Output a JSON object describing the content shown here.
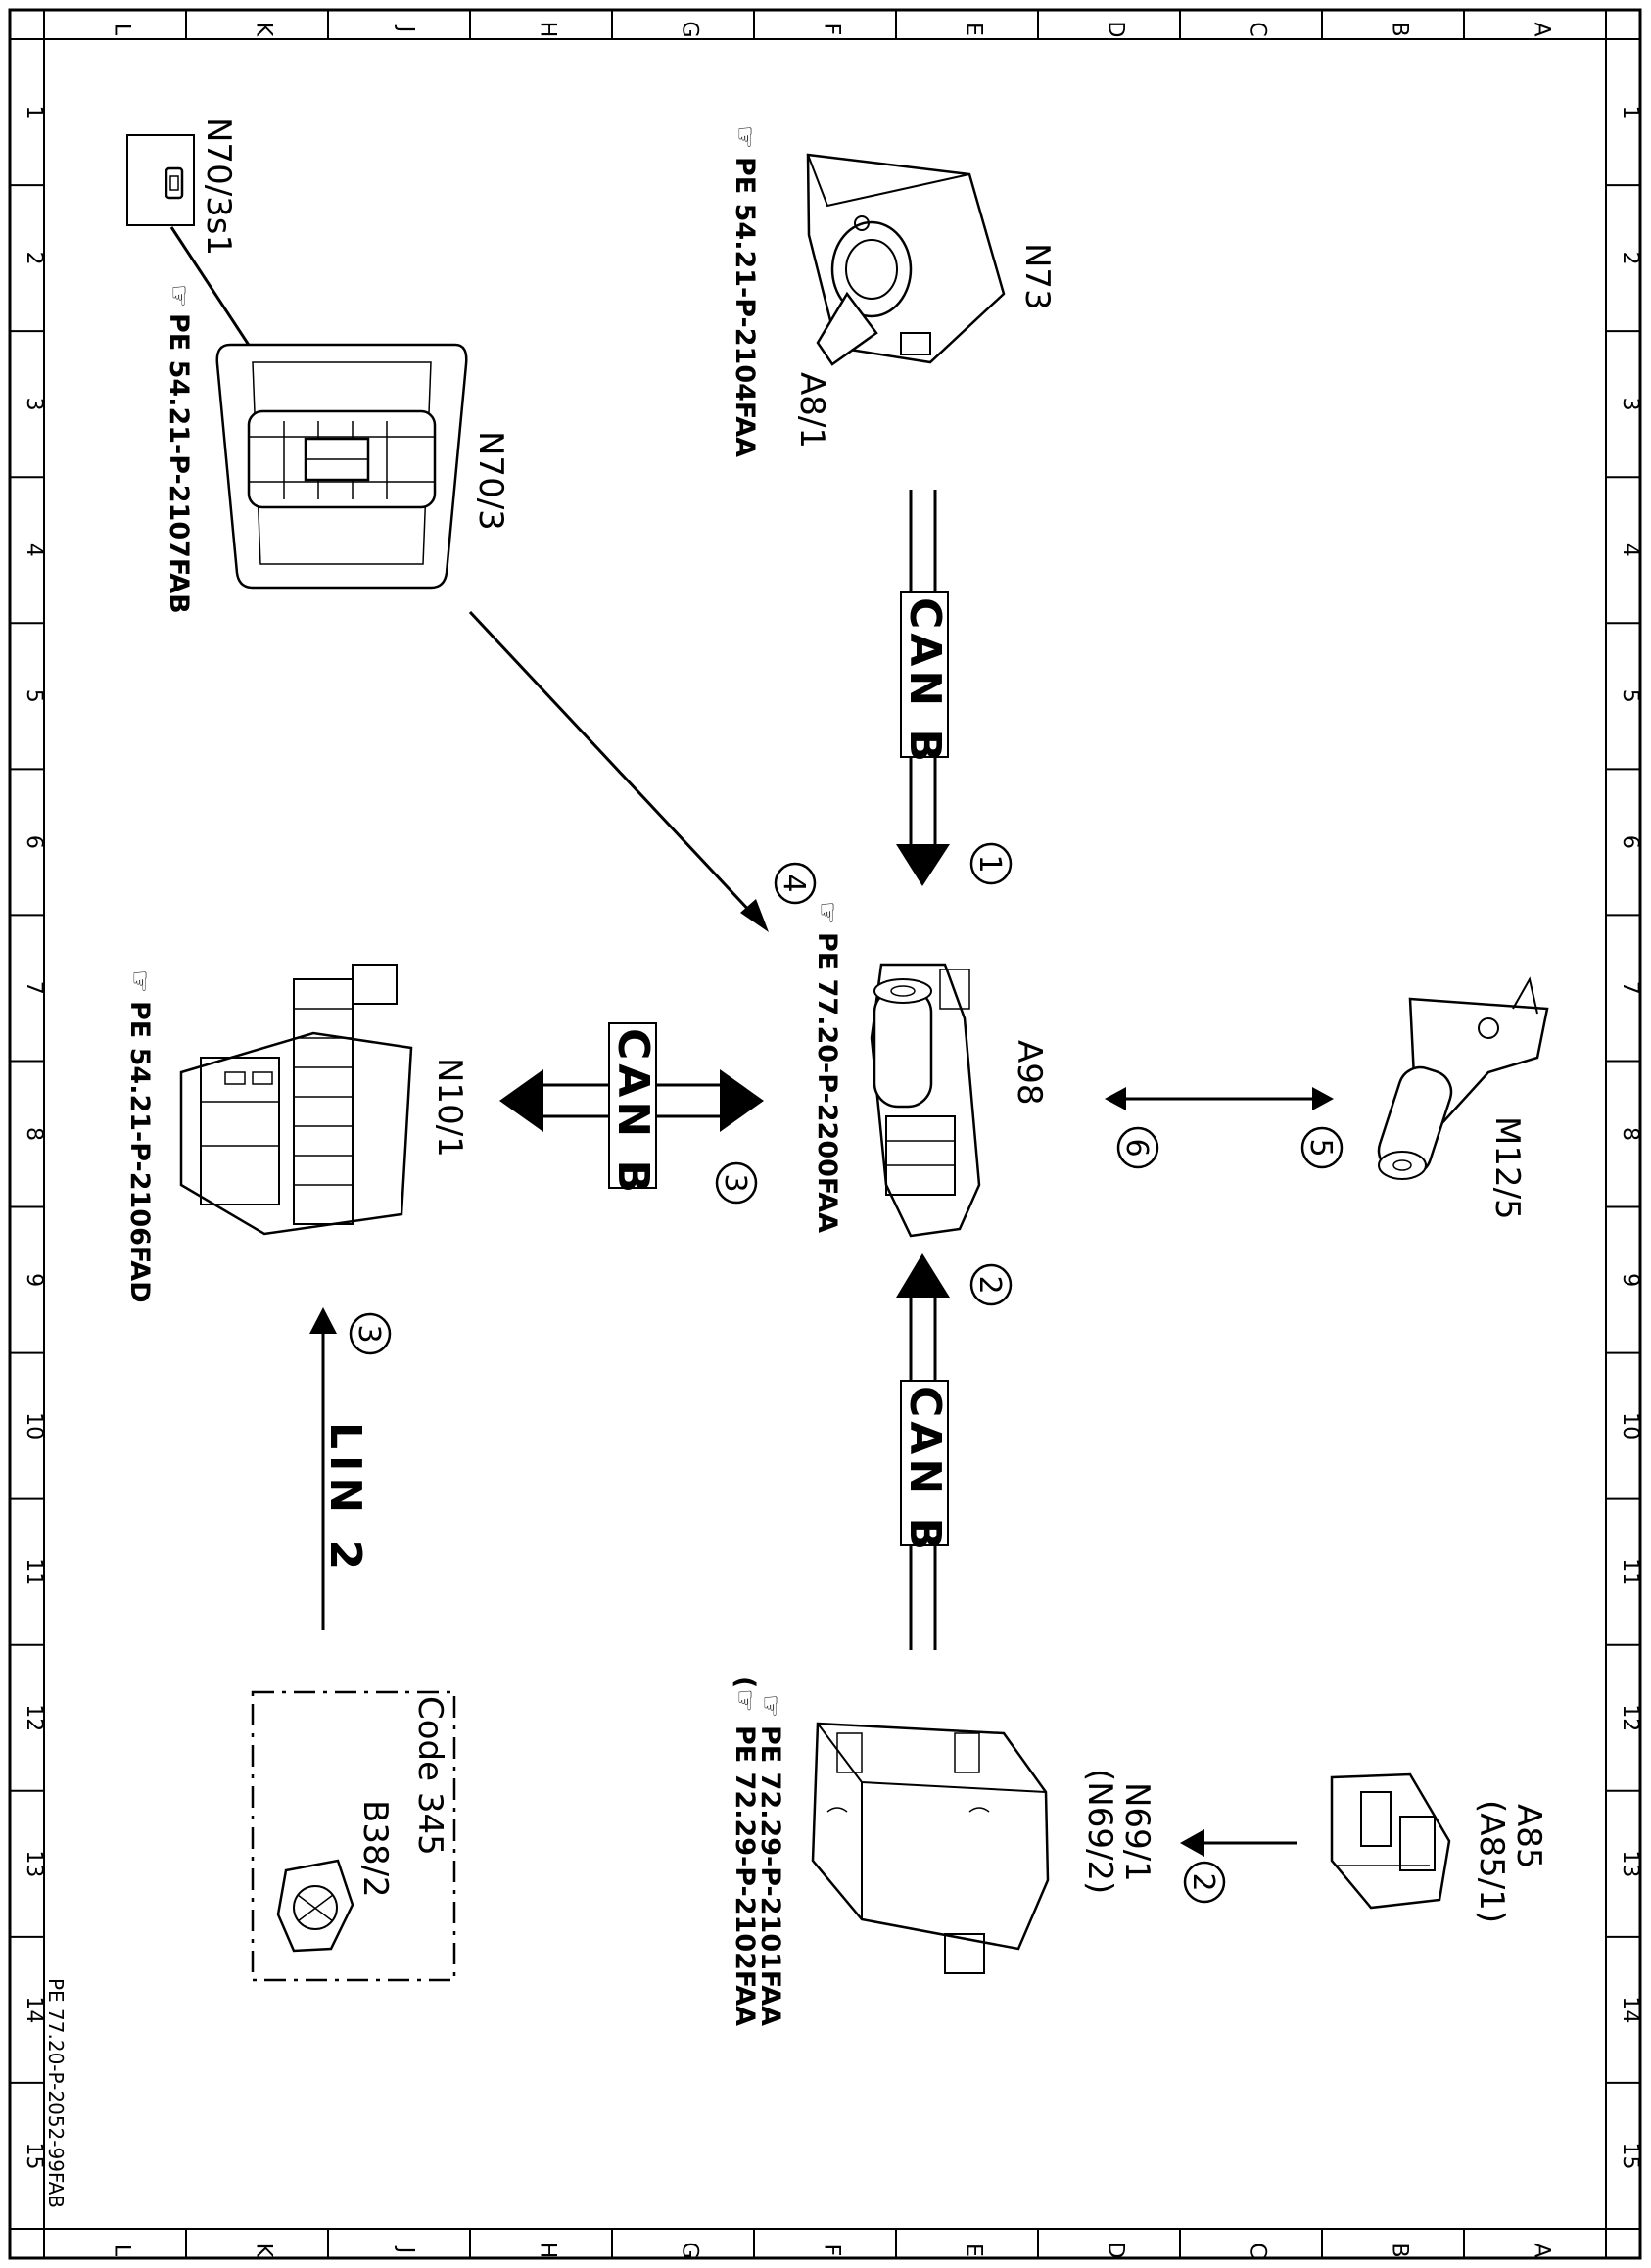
{
  "grid": {
    "letters": [
      "L",
      "K",
      "J",
      "H",
      "G",
      "F",
      "E",
      "D",
      "C",
      "B",
      "A"
    ],
    "numbers": [
      "1",
      "2",
      "3",
      "4",
      "5",
      "6",
      "7",
      "8",
      "9",
      "10",
      "11",
      "12",
      "13",
      "14",
      "15"
    ]
  },
  "components": {
    "n70_3s1": {
      "label": "N70/3s1"
    },
    "n70_3": {
      "label": "N70/3",
      "ref": "PE 54.21-P-2107FAB"
    },
    "n73": {
      "label": "N73",
      "sub": "A8/1",
      "ref": "PE 54.21-P-2104FAA"
    },
    "a98": {
      "label": "A98",
      "ref": "PE 77.20-P-2200FAA"
    },
    "m12_5": {
      "label": "M12/5"
    },
    "n10_1": {
      "label": "N10/1",
      "ref": "PE 54.21-P-2106FAD"
    },
    "n69_1": {
      "label": "N69/1",
      "label2": "(N69/2)",
      "ref": "PE 72.29-P-2101FAA",
      "ref2": "PE 72.29-P-2102FAA"
    },
    "a85": {
      "label": "A85",
      "label2": "(A85/1)"
    },
    "b38_2": {
      "label": "B38/2",
      "code": "Code 345"
    }
  },
  "buses": {
    "can_b_top": "CAN B",
    "can_b_left": "CAN B",
    "can_b_bottom": "CAN B",
    "lin": "LIN 2"
  },
  "steps": {
    "s1": "1",
    "s2": "2",
    "s2b": "2",
    "s3": "3",
    "s3b": "3",
    "s4": "4",
    "s5": "5",
    "s6": "6"
  },
  "footer": "PE 77.20-P-2052-99FAB"
}
